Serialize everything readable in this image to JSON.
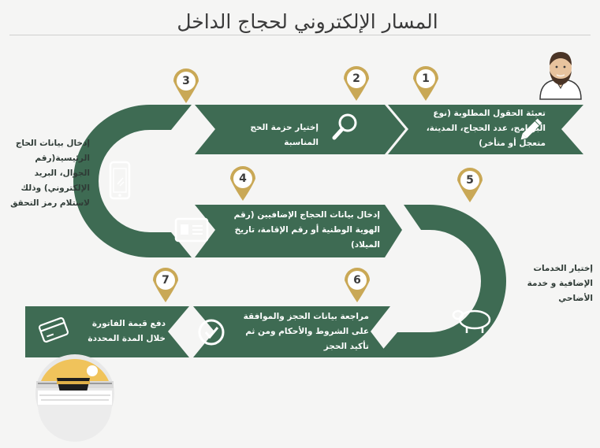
{
  "title": "المسار الإلكتروني لحجاج الداخل",
  "colors": {
    "road": "#3e6b53",
    "pin": "#c9a856",
    "pin_inner": "#ffffff",
    "background": "#f5f5f4",
    "text_dark": "#2f3b36"
  },
  "steps": [
    {
      "number": "1",
      "text": "تعبئة الحقول المطلوبة (نوع البرنامج، عدد الحجاج، المدينة، متعجل أو متأخر)",
      "icon": "pencil-icon"
    },
    {
      "number": "2",
      "text": "إختيار حزمة الحج المناسبة",
      "icon": "magnifier-icon"
    },
    {
      "number": "3",
      "text": "إدخال بيانات الحاج الرئيسية(رقم الجوال، البريد الإلكتروني) وذلك لاستلام رمز التحقق",
      "icon": "mobile-phone-icon"
    },
    {
      "number": "4",
      "text": "إدخال بيانات الحجاج الإضافيين (رقم الهوية الوطنية أو رقم الإقامة، تاريخ الميلاد)",
      "icon": "id-card-icon"
    },
    {
      "number": "5",
      "text": "إختيار الخدمات الإضافية و خدمة الأضاحي",
      "icon": "sheep-icon"
    },
    {
      "number": "6",
      "text": "مراجعة بيانات الحجز والموافقة على الشروط والأحكام ومن ثم تأكيد الحجز",
      "icon": "checkmark-icon"
    },
    {
      "number": "7",
      "text": "دفع قيمة الفاتورة خلال المدة المحددة",
      "icon": "credit-card-icon"
    }
  ]
}
